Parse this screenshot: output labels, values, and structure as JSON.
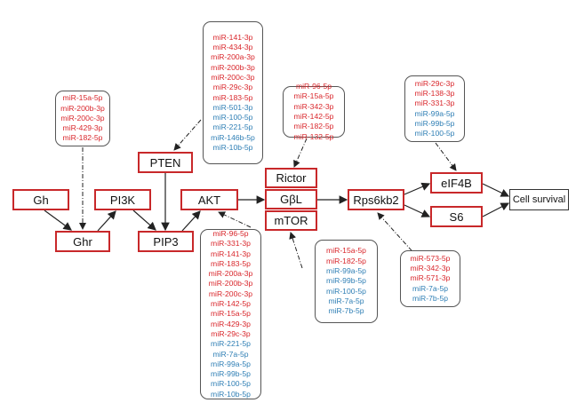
{
  "nodes": {
    "gh": "Gh",
    "pi3k": "PI3K",
    "akt": "AKT",
    "ghr": "Ghr",
    "pip3": "PIP3",
    "pten": "PTEN",
    "rictor": "Rictor",
    "gbl": "GβL",
    "mtor": "mTOR",
    "rps6kb2": "Rps6kb2",
    "eif4b": "eIF4B",
    "s6": "S6",
    "cell_survival": "Cell survival"
  },
  "colors": {
    "upregulated": "#d9262b",
    "downregulated": "#2f7fb5",
    "node_border": "#c8282a"
  },
  "mirna_groups": {
    "ghr": {
      "red": [
        "miR-15a-5p",
        "miR-200b-3p",
        "miR-200c-3p",
        "miR-429-3p",
        "miR-182-5p"
      ],
      "blue": []
    },
    "pten": {
      "red": [
        "miR-141-3p",
        "miR-434-3p",
        "miR-200a-3p",
        "miR-200b-3p",
        "miR-200c-3p",
        "miR-29c-3p",
        "miR-183-5p"
      ],
      "blue": [
        "miR-501-3p",
        "miR-100-5p",
        "miR-221-5p",
        "miR-146b-5p",
        "miR-10b-5p"
      ]
    },
    "rictor": {
      "red": [
        "miR-96-5p",
        "miR-15a-5p",
        "miR-342-3p",
        "miR-142-5p",
        "miR-182-5p",
        "miR-132-5p"
      ],
      "blue": []
    },
    "eif4b": {
      "red": [
        "miR-29c-3p",
        "miR-138-3p",
        "miR-331-3p"
      ],
      "blue": [
        "miR-99a-5p",
        "miR-99b-5p",
        "miR-100-5p"
      ]
    },
    "akt": {
      "red": [
        "miR-96-5p",
        "miR-331-3p",
        "miR-141-3p",
        "miR-183-5p",
        "miR-200a-3p",
        "miR-200b-3p",
        "miR-200c-3p",
        "miR-142-5p",
        "miR-15a-5p",
        "miR-429-3p",
        "miR-29c-3p"
      ],
      "blue": [
        "miR-221-5p",
        "miR-7a-5p",
        "miR-99a-5p",
        "miR-99b-5p",
        "miR-100-5p",
        "miR-10b-5p"
      ]
    },
    "mtor": {
      "red": [
        "miR-15a-5p",
        "miR-182-5p"
      ],
      "blue": [
        "miR-99a-5p",
        "miR-99b-5p",
        "miR-100-5p",
        "miR-7a-5p",
        "miR-7b-5p"
      ]
    },
    "rps6kb2": {
      "red": [
        "miR-573-5p",
        "miR-342-3p",
        "miR-571-3p"
      ],
      "blue": [
        "miR-7a-5p",
        "miR-7b-5p"
      ]
    }
  }
}
